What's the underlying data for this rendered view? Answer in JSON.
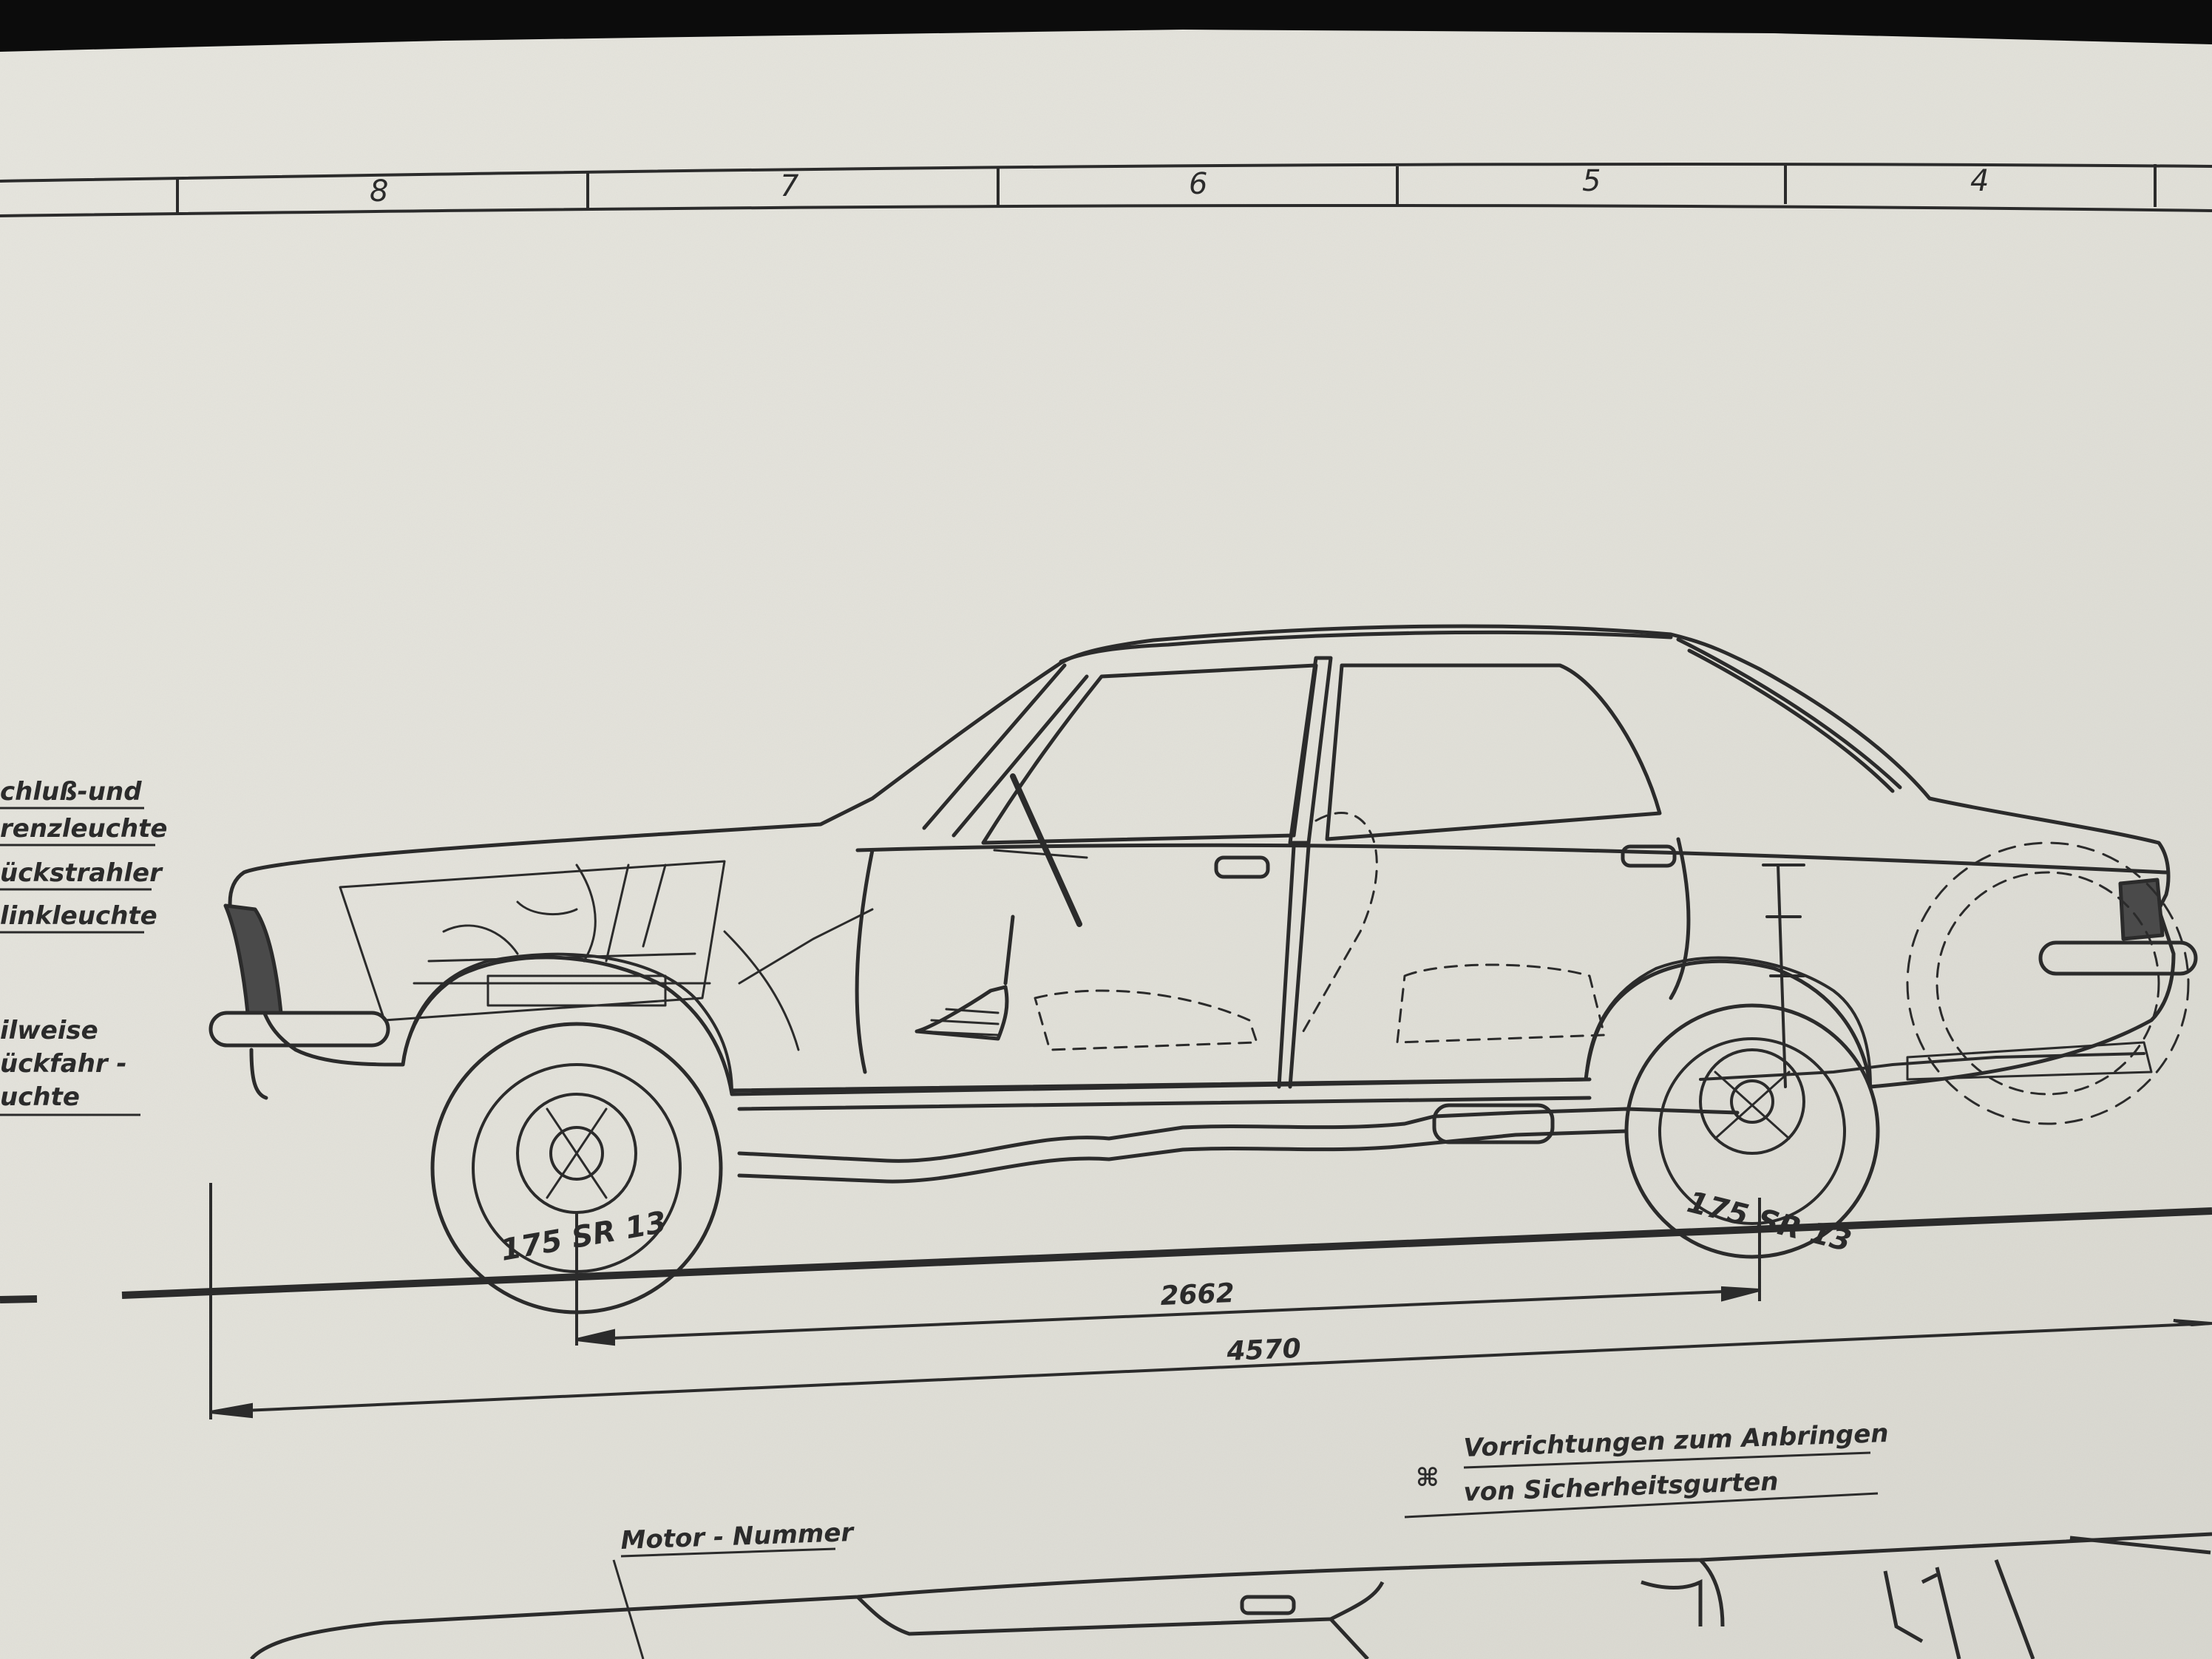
{
  "grid": {
    "numbers": [
      "8",
      "7",
      "6",
      "5",
      "4"
    ]
  },
  "left_labels": [
    "chluß-und",
    "renzleuchte",
    "ückstrahler",
    "linkleuchte",
    "ilweise",
    "ückfahr -",
    "uchte"
  ],
  "tires": {
    "front": "175 SR 13",
    "rear": "175 SR 13"
  },
  "dimensions": {
    "wheelbase": "2662",
    "overall_length": "4570"
  },
  "notes": {
    "mark": "⌘",
    "seatbelt_line1": "Vorrichtungen zum  Anbringen",
    "seatbelt_line2": "von  Sicherheitsgurten",
    "motor": "Motor - Nummer"
  },
  "colors": {
    "paper": "#e3e2da",
    "ink": "#2b2b2b",
    "background": "#0c0c0c"
  }
}
